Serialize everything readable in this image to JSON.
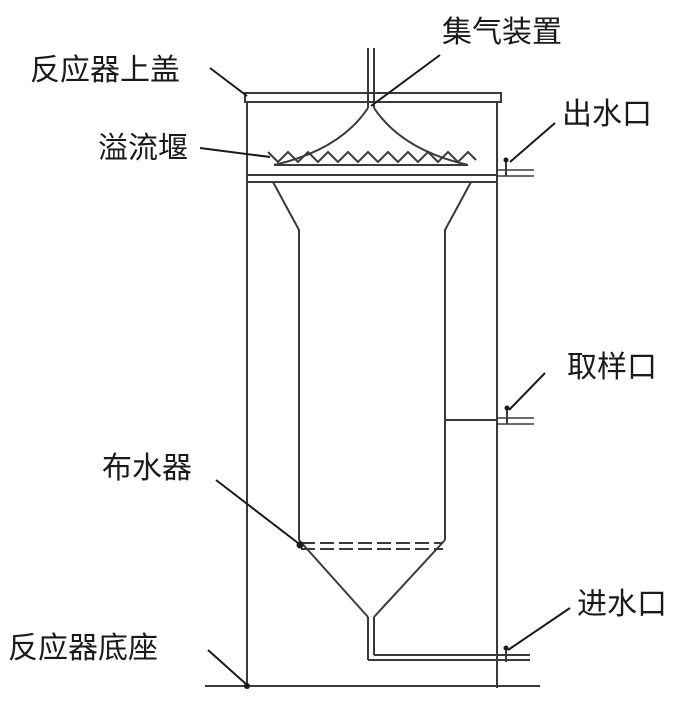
{
  "labels": {
    "reactor_lid": "反应器上盖",
    "gas_collector": "集气装置",
    "overflow_weir": "溢流堰",
    "water_outlet": "出水口",
    "sampling_port": "取样口",
    "water_distributor": "布水器",
    "water_inlet": "进水口",
    "reactor_base": "反应器底座"
  },
  "colors": {
    "line": "#3a3a3a",
    "text": "#1a1a1a",
    "background": "#ffffff"
  }
}
